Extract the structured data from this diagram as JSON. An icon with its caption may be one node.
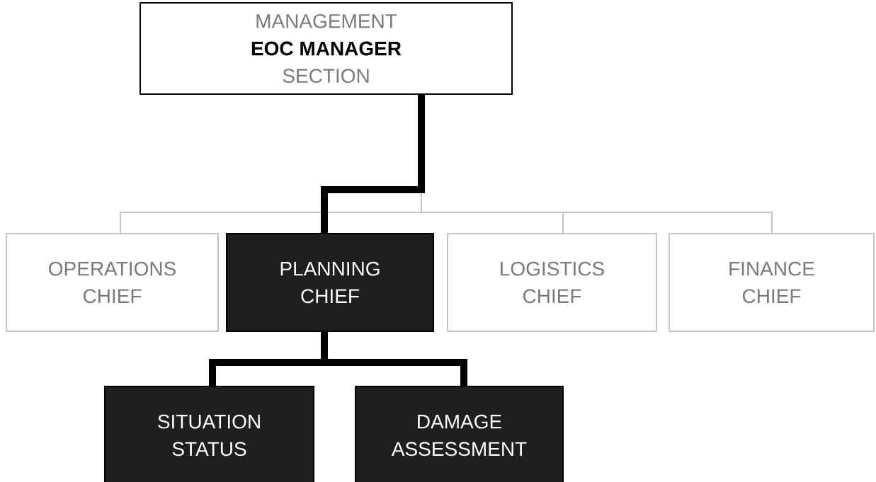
{
  "diagram": {
    "nodes": [
      {
        "text": [
          "MANAGEMENT",
          "EOC MANAGER",
          "SECTION"
        ]
      },
      {
        "text": [
          "OPERATIONS CHIEF"
        ]
      },
      {
        "text": [
          "PLANNING CHIEF"
        ]
      },
      {
        "text": [
          "LOGISTICS CHIEF"
        ]
      },
      {
        "text": [
          "FINANCE CHIEF"
        ]
      },
      {
        "text": [
          "SITUATION STATUS"
        ]
      },
      {
        "text": [
          "DAMAGE ASSESSMENT"
        ]
      }
    ],
    "edges": [
      {
        "from": 0,
        "to": 1,
        "arrow": "none",
        "color": "#c4c4c4"
      },
      {
        "from": 0,
        "to": 2,
        "arrow": "none",
        "style": "thick",
        "color": "#000000"
      },
      {
        "from": 0,
        "to": 3,
        "arrow": "none",
        "color": "#c4c4c4"
      },
      {
        "from": 0,
        "to": 4,
        "arrow": "none",
        "color": "#c4c4c4"
      },
      {
        "from": 2,
        "to": 5,
        "arrow": "none",
        "style": "thick",
        "color": "#000000"
      },
      {
        "from": 2,
        "to": 6,
        "arrow": "none",
        "style": "thick",
        "color": "#000000"
      }
    ]
  }
}
